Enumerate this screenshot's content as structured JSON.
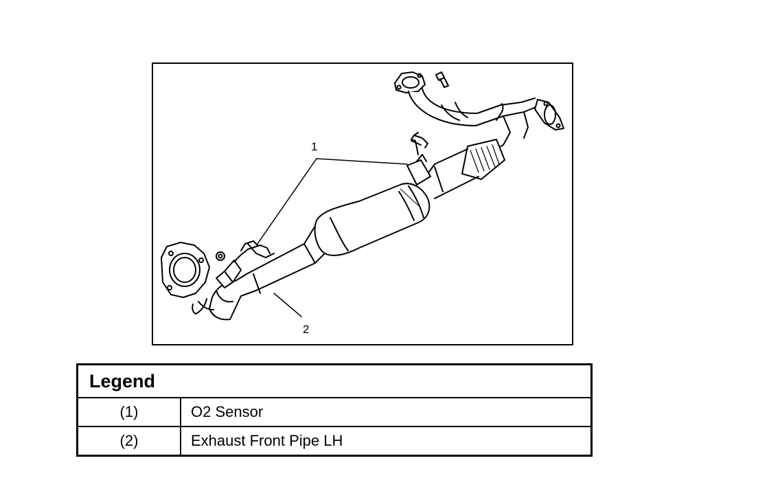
{
  "figure": {
    "callouts": [
      {
        "id": "1",
        "label": "1"
      },
      {
        "id": "2",
        "label": "2"
      }
    ]
  },
  "legend": {
    "title": "Legend",
    "rows": [
      {
        "num": "(1)",
        "desc": "O2 Sensor"
      },
      {
        "num": "(2)",
        "desc": "Exhaust Front Pipe LH"
      }
    ]
  },
  "colors": {
    "line": "#000000",
    "background": "#ffffff",
    "shade": "#d8d8d8"
  }
}
